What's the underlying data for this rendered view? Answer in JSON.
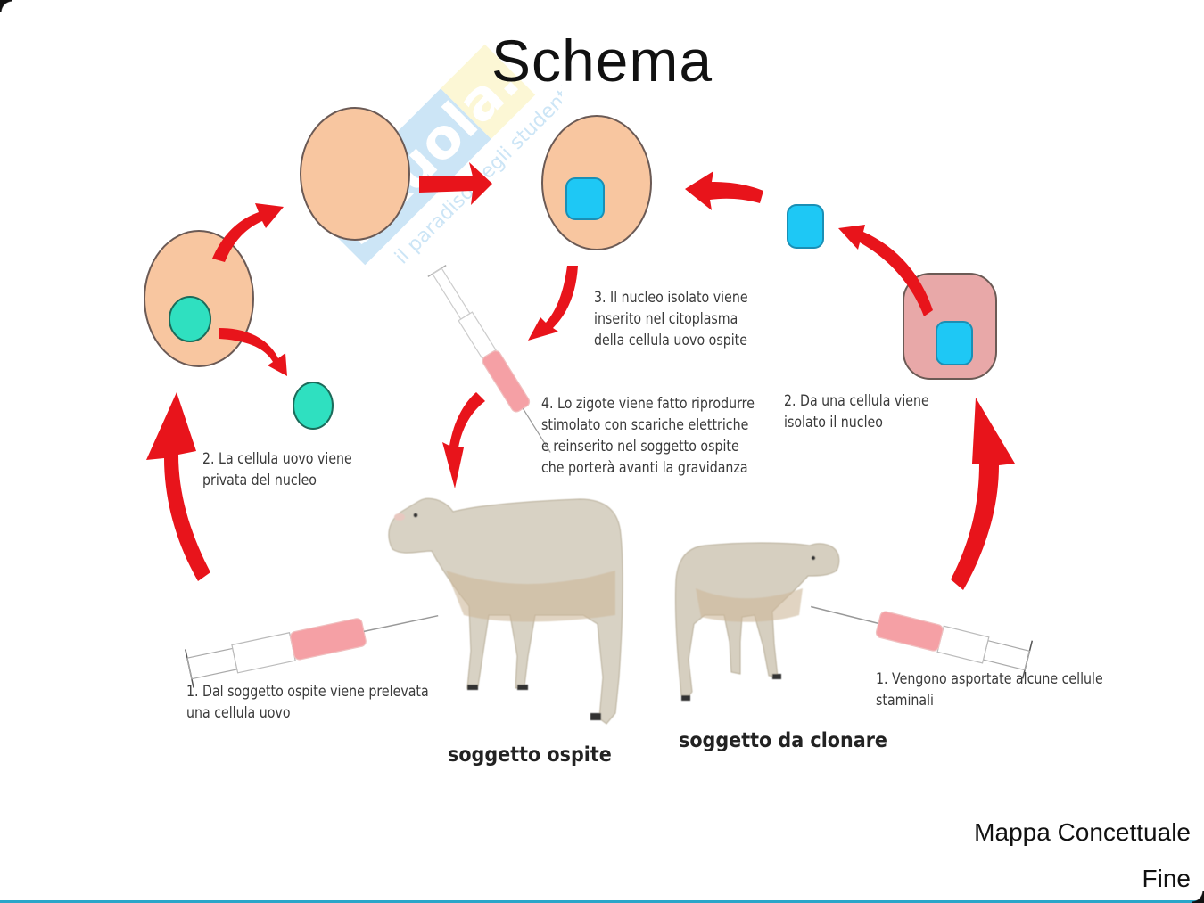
{
  "slide": {
    "title": "Schema",
    "watermark": {
      "brand": "sKuola.net",
      "tagline": "il paradiso degli studenti"
    },
    "steps": {
      "host_step1": "1. Dal soggetto ospite viene prelevata\nuna cellula uovo",
      "host_step2": "2. La cellula uovo viene\nprivata del nucleo",
      "step3": "3. Il nucleo isolato viene\ninserito nel citoplasma\ndella cellula uovo ospite",
      "step4": "4. Lo zigote viene fatto riprodurre\nstimolato con scariche elettriche\ne reinserito nel soggetto ospite\nche porterà avanti la gravidanza",
      "donor_step2": "2. Da una cellula viene\nisolato il nucleo",
      "donor_step1": "1. Vengono asportate alcune cellule\nstaminali"
    },
    "subjects": {
      "host": "soggetto ospite",
      "donor": "soggetto da clonare"
    },
    "nav": {
      "concept_map": "Mappa Concettuale",
      "end": "Fine"
    },
    "colors": {
      "arrow": "#e8141b",
      "egg_cell": "#f8c6a0",
      "egg_nucleus": "#2fe0c0",
      "donor_cell": "#e8a8a8",
      "donor_nucleus": "#1ec8f5",
      "syringe_fill": "#f5a0a5",
      "accent_line": "#2aa6c9"
    }
  }
}
